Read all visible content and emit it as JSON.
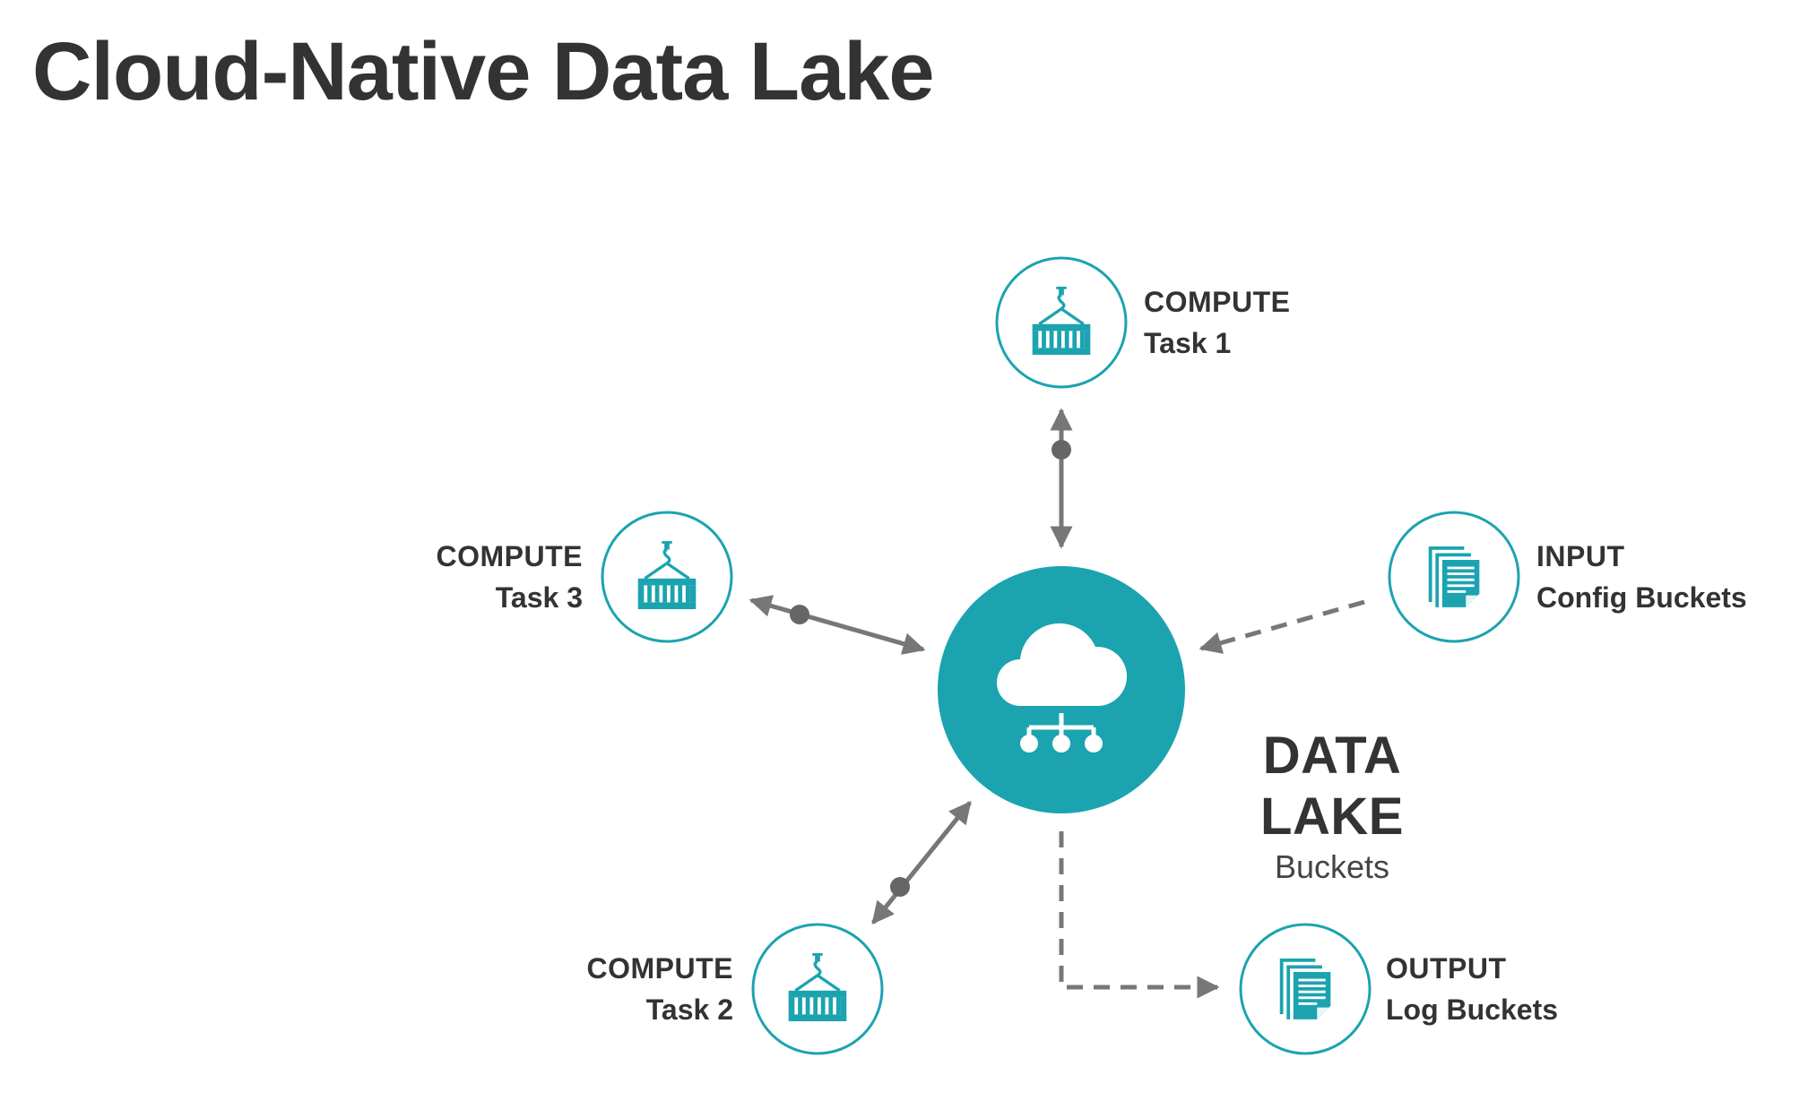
{
  "title": "Cloud-Native Data Lake",
  "colors": {
    "accent": "#1ba3b0",
    "arrow": "#777777",
    "text": "#333333"
  },
  "center": {
    "label": "DATA LAKE",
    "sublabel": "Buckets",
    "icon": "cloud-network-icon"
  },
  "nodes": {
    "task1": {
      "label": "COMPUTE",
      "sublabel": "Task 1",
      "icon": "container-icon"
    },
    "task2": {
      "label": "COMPUTE",
      "sublabel": "Task 2",
      "icon": "container-icon"
    },
    "task3": {
      "label": "COMPUTE",
      "sublabel": "Task 3",
      "icon": "container-icon"
    },
    "input": {
      "label": "INPUT",
      "sublabel": "Config Buckets",
      "icon": "documents-icon"
    },
    "output": {
      "label": "OUTPUT",
      "sublabel": "Log Buckets",
      "icon": "documents-icon"
    }
  }
}
